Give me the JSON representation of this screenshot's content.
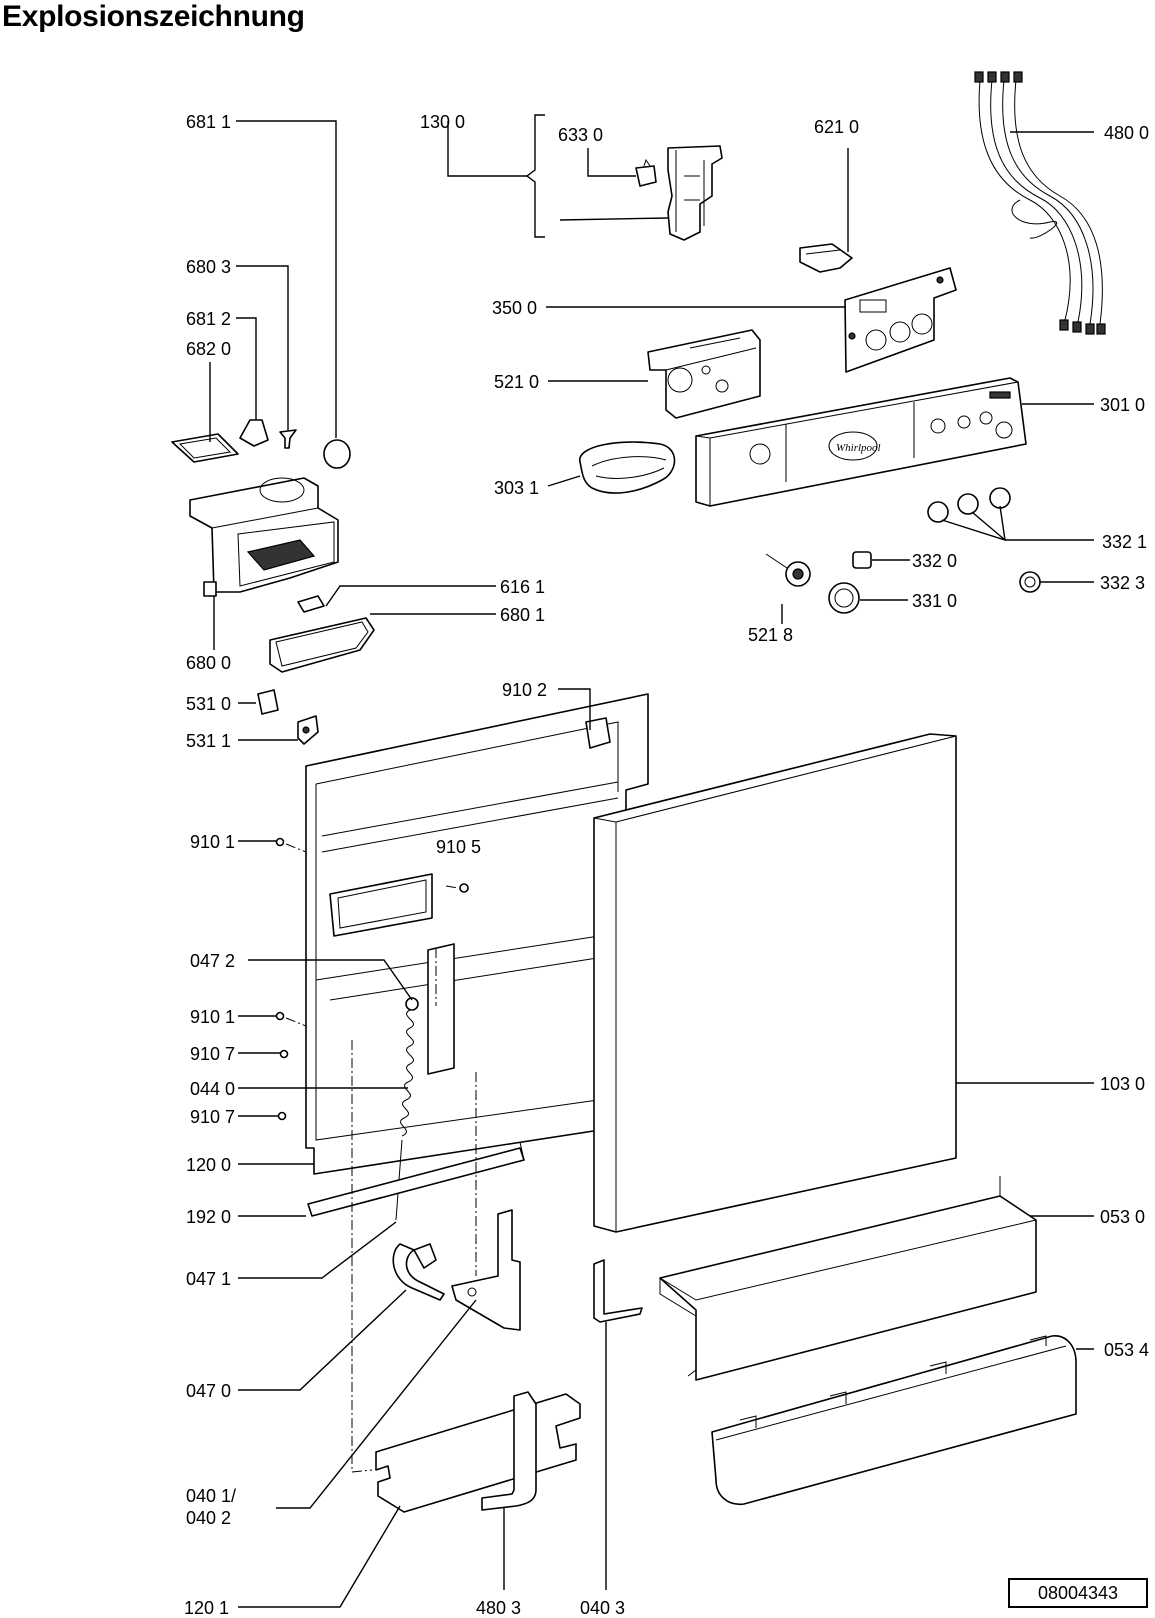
{
  "title": "Explosionszeichnung",
  "drawing_number": "08004343",
  "parts": [
    {
      "id": "p6811",
      "label": "681 1"
    },
    {
      "id": "p1300",
      "label": "130 0"
    },
    {
      "id": "p6330",
      "label": "633 0"
    },
    {
      "id": "p6210",
      "label": "621 0"
    },
    {
      "id": "p4800",
      "label": "480 0"
    },
    {
      "id": "p6803",
      "label": "680 3"
    },
    {
      "id": "p6812",
      "label": "681 2"
    },
    {
      "id": "p6820",
      "label": "682 0"
    },
    {
      "id": "p3500",
      "label": "350 0"
    },
    {
      "id": "p5210",
      "label": "521 0"
    },
    {
      "id": "p3010",
      "label": "301 0"
    },
    {
      "id": "p3031",
      "label": "303 1"
    },
    {
      "id": "p3321",
      "label": "332 1"
    },
    {
      "id": "p3320",
      "label": "332 0"
    },
    {
      "id": "p3323",
      "label": "332 3"
    },
    {
      "id": "p6161",
      "label": "616 1"
    },
    {
      "id": "p6801",
      "label": "680 1"
    },
    {
      "id": "p3310",
      "label": "331 0"
    },
    {
      "id": "p5218",
      "label": "521 8"
    },
    {
      "id": "p6800",
      "label": "680 0"
    },
    {
      "id": "p9102",
      "label": "910 2"
    },
    {
      "id": "p5310",
      "label": "531 0"
    },
    {
      "id": "p5311",
      "label": "531 1"
    },
    {
      "id": "p9101a",
      "label": "910 1"
    },
    {
      "id": "p9105",
      "label": "910 5"
    },
    {
      "id": "p0472",
      "label": "047 2"
    },
    {
      "id": "p9101b",
      "label": "910 1"
    },
    {
      "id": "p9107a",
      "label": "910 7"
    },
    {
      "id": "p0440",
      "label": "044 0"
    },
    {
      "id": "p1030",
      "label": "103 0"
    },
    {
      "id": "p9107b",
      "label": "910 7"
    },
    {
      "id": "p1200",
      "label": "120 0"
    },
    {
      "id": "p1920",
      "label": "192 0"
    },
    {
      "id": "p0530",
      "label": "053 0"
    },
    {
      "id": "p0471",
      "label": "047 1"
    },
    {
      "id": "p0470",
      "label": "047 0"
    },
    {
      "id": "p0534",
      "label": "053 4"
    },
    {
      "id": "p0401",
      "label": "040 1/"
    },
    {
      "id": "p0402",
      "label": "040 2"
    },
    {
      "id": "p1201",
      "label": "120 1"
    },
    {
      "id": "p4803",
      "label": "480 3"
    },
    {
      "id": "p0403",
      "label": "040 3"
    }
  ]
}
